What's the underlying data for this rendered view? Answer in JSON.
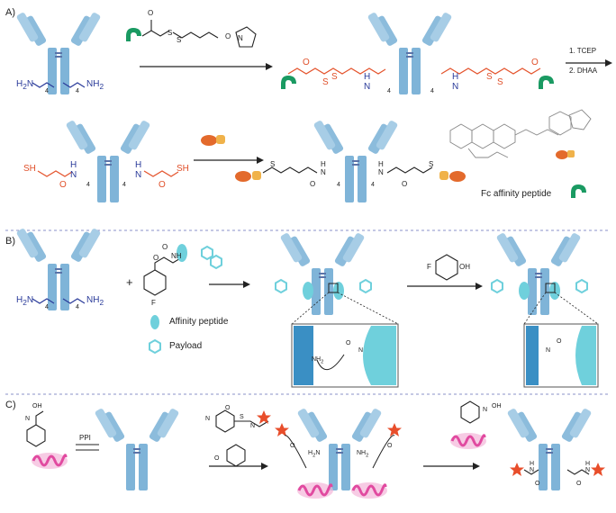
{
  "sections": {
    "a": "A)",
    "b": "B)",
    "c": "C)"
  },
  "labels": {
    "nh2": "NH",
    "sub2": "2",
    "sub4": "4",
    "h": "H",
    "n": "N",
    "o": "O",
    "s": "S",
    "sh": "SH",
    "f": "F",
    "oh": "OH",
    "ppi": "PPI",
    "plus": "+"
  },
  "steps": {
    "step1": "1. TCEP",
    "step2": "2. DHAA"
  },
  "legend_a": {
    "fc_peptide": "Fc affinity peptide"
  },
  "legend_b": {
    "affinity_peptide": "Affinity peptide",
    "payload": "Payload"
  },
  "colors": {
    "antibody": "#7fb4d8",
    "linker": "#e4542d",
    "amine": "#2a3b9a",
    "fc_peptide": "#1a9a62",
    "affinity_peptide": "#6fd0dc",
    "payload_drug": "#f0b24a",
    "pink_helix": "#e14aa0",
    "star": "#e84e2b",
    "divider": "#8a90c8"
  }
}
